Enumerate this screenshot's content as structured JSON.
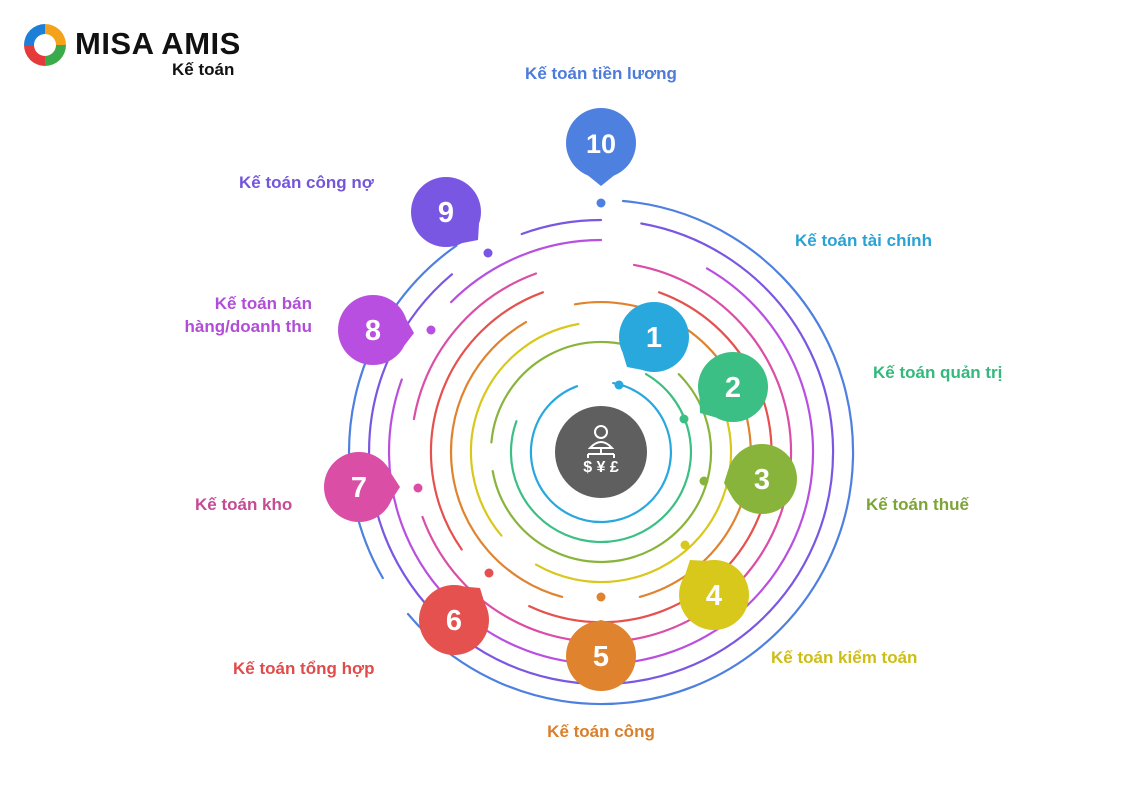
{
  "brand": {
    "name": "MISA AMIS",
    "subtitle": "Kế toán"
  },
  "center_icon": "accountant-currency-icon",
  "items": [
    {
      "number": "1",
      "label": "Kế toán tài chính",
      "color": "#29A8DD"
    },
    {
      "number": "2",
      "label": "Kế toán quản trị",
      "color": "#3CBF84"
    },
    {
      "number": "3",
      "label": "Kế toán thuế",
      "color": "#89B43C"
    },
    {
      "number": "4",
      "label": "Kế toán kiểm toán",
      "color": "#D8C81C"
    },
    {
      "number": "5",
      "label": "Kế toán công",
      "color": "#E0832E"
    },
    {
      "number": "6",
      "label": "Kế toán tổng hợp",
      "color": "#E4514E"
    },
    {
      "number": "7",
      "label": "Kế toán kho",
      "color": "#DA4EA6"
    },
    {
      "number": "8",
      "label": "Kế toán bán hàng/doanh thu",
      "color": "#B94FE0",
      "label_lines": [
        "Kế toán bán",
        "hàng/doanh thu"
      ]
    },
    {
      "number": "9",
      "label": "Kế toán công nợ",
      "color": "#7A57E3"
    },
    {
      "number": "10",
      "label": "Kế toán tiền lương",
      "color": "#4E80E0"
    }
  ],
  "label_colors": [
    "#2AA3D4",
    "#34B97C",
    "#7DA436",
    "#CDBE17",
    "#D87F2C",
    "#DE4C4B",
    "#C54B95",
    "#B14DD7",
    "#7356DB",
    "#4C7BD9"
  ]
}
